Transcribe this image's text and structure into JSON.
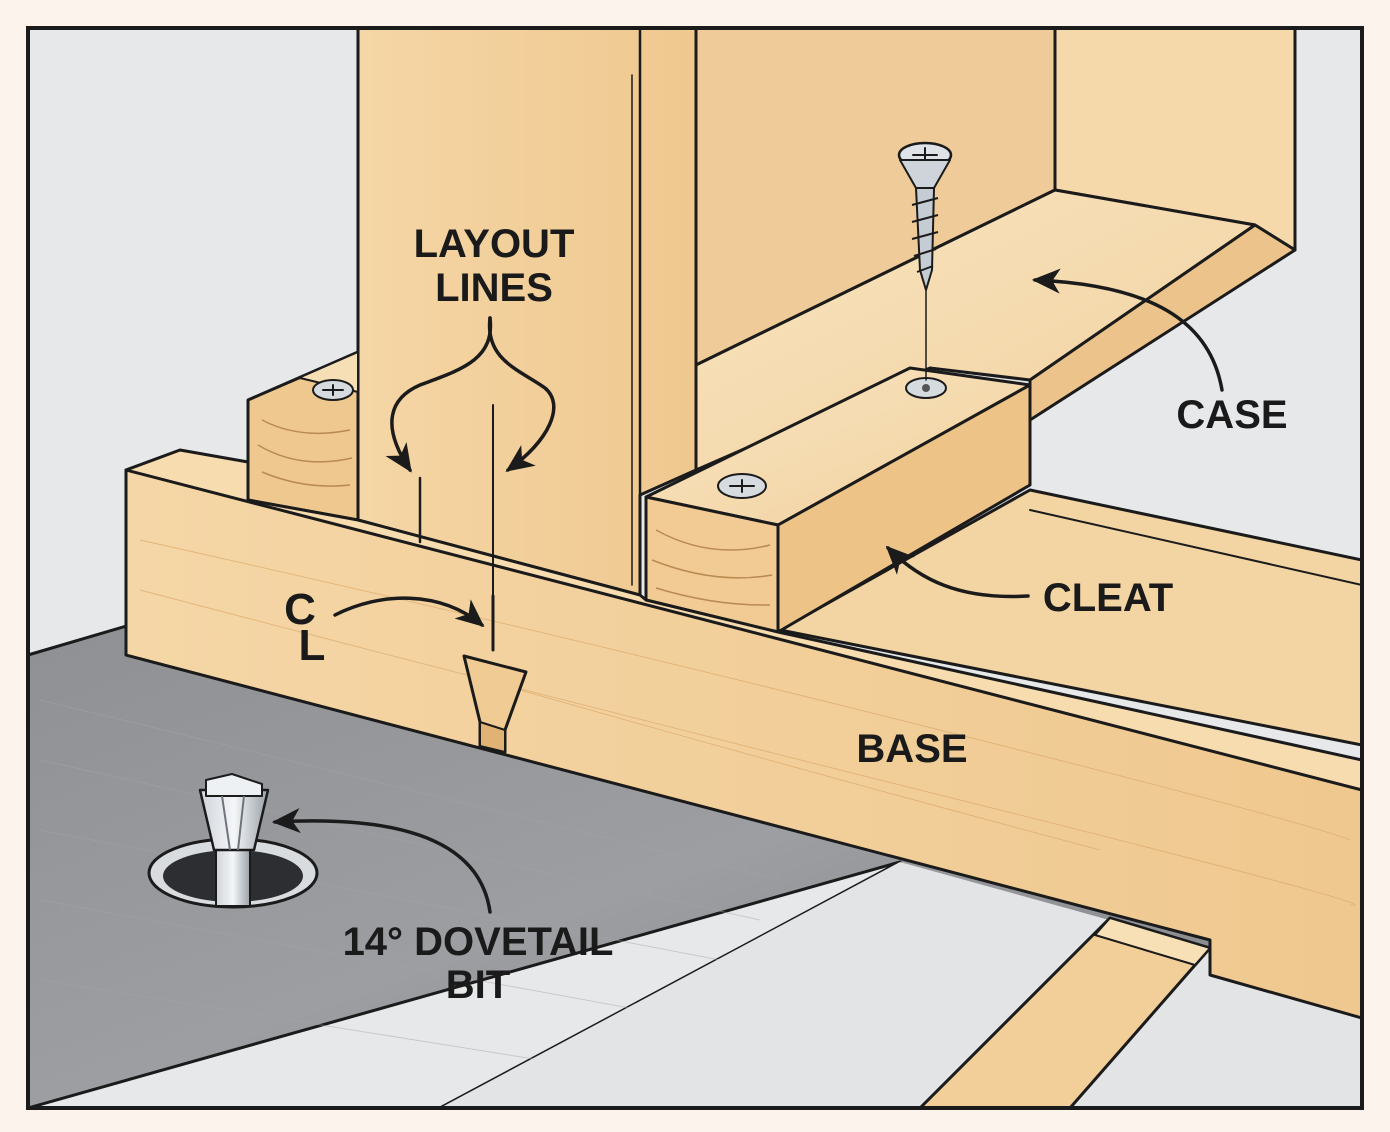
{
  "labels": {
    "layout_line1": "LAYOUT",
    "layout_line2": "LINES",
    "case": "CASE",
    "cleat": "CLEAT",
    "base": "BASE",
    "bit_line1": "14° DOVETAIL",
    "bit_line2": "BIT",
    "centerline_c": "C",
    "centerline_l": "L"
  },
  "colors": {
    "page": "#fbf3ec",
    "wall": "#e6e7e9",
    "wood_face": "#f3d3a0",
    "wood_top": "#f7dfb6",
    "wood_dark": "#e7bd80",
    "table_metal": "#8d8f93",
    "ink": "#1b1b1b"
  }
}
